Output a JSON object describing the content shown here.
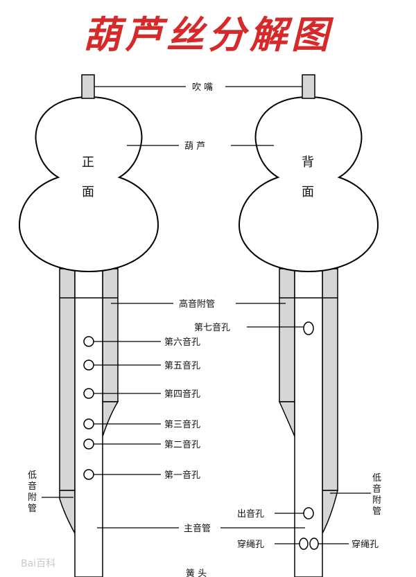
{
  "title": "葫芦丝分解图",
  "title_color": "#d62a2a",
  "labels": {
    "mouthpiece": "吹 嘴",
    "gourd": "葫 芦",
    "front_top": "正",
    "front_bottom": "面",
    "back_top": "背",
    "back_bottom": "面",
    "high_pipe": "高音附管",
    "hole7": "第七音孔",
    "hole6": "第六音孔",
    "hole5": "第五音孔",
    "hole4": "第四音孔",
    "hole3": "第三音孔",
    "hole2": "第二音孔",
    "hole1": "第一音孔",
    "low_pipe_left": [
      "低",
      "音",
      "附",
      "管"
    ],
    "low_pipe_right": [
      "低",
      "音",
      "附",
      "管"
    ],
    "sound_hole": "出音孔",
    "main_pipe": "主音管",
    "rope_hole_left": "穿绳孔",
    "rope_hole_right": "穿绳孔",
    "reed": "簧 头"
  },
  "watermark": "Bai百科"
}
